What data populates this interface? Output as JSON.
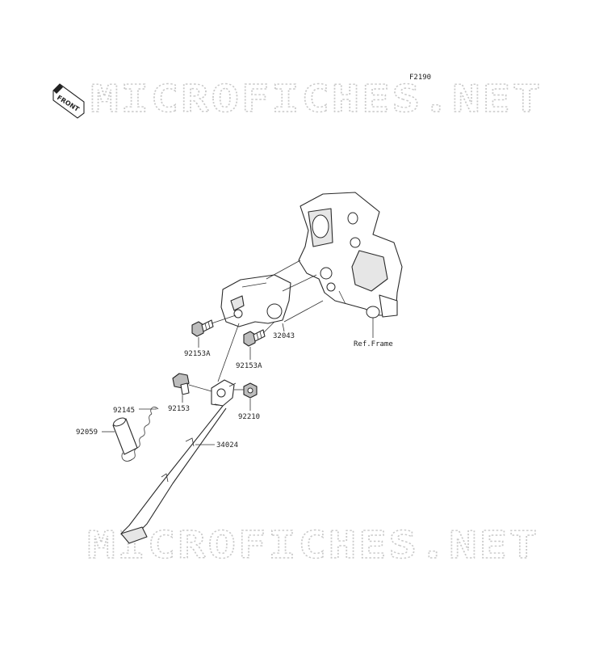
{
  "diagram": {
    "code": "F2190",
    "watermark": "MICROFICHES.NET",
    "front_badge": "FRONT",
    "ref_label": "Ref.Frame",
    "parts": {
      "p32043": "32043",
      "p92153A_upper": "92153A",
      "p92153A_lower": "92153A",
      "p92153": "92153",
      "p92210": "92210",
      "p92145": "92145",
      "p92059": "92059",
      "p34024": "34024"
    }
  }
}
